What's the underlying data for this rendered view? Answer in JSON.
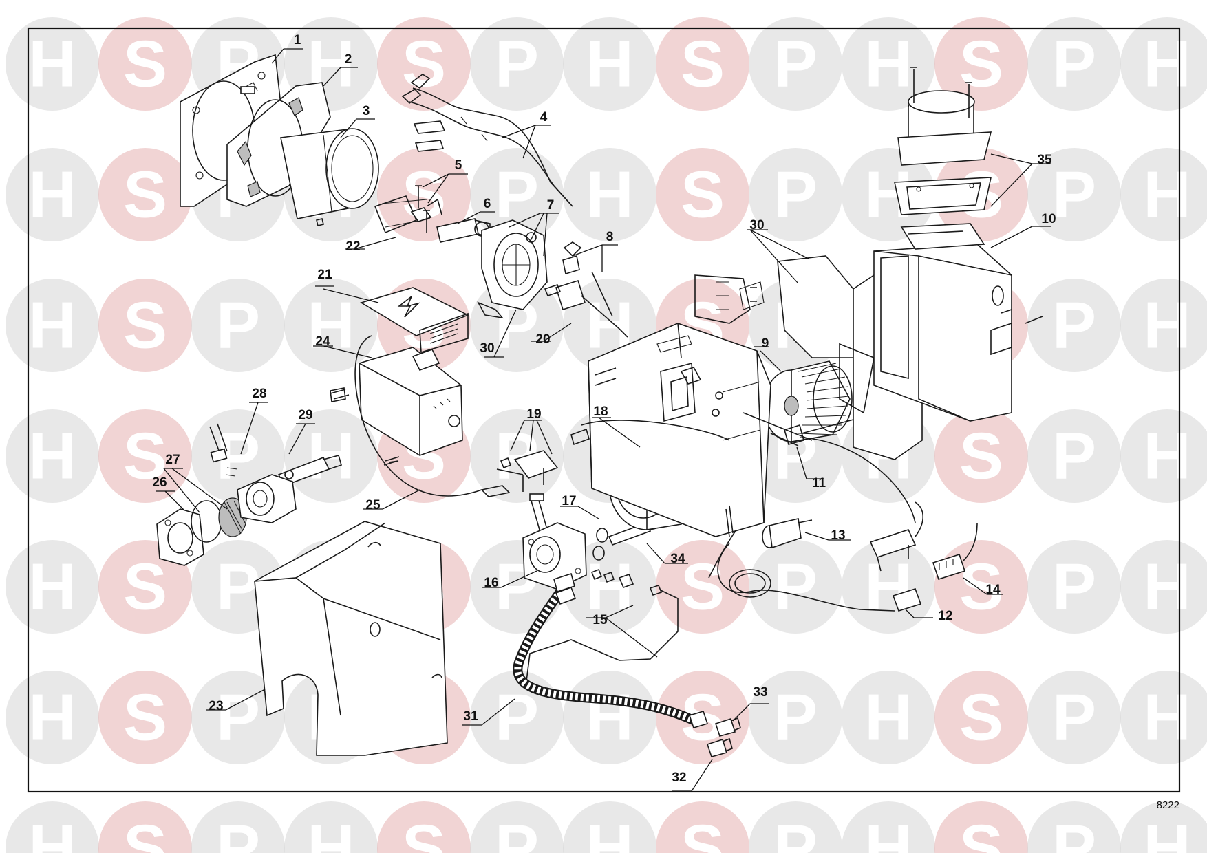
{
  "watermark": {
    "letters": [
      "H",
      "S",
      "P"
    ]
  },
  "diagram": {
    "reference_code": "8222",
    "callouts": [
      {
        "id": "c1",
        "label": "1"
      },
      {
        "id": "c2",
        "label": "2"
      },
      {
        "id": "c3",
        "label": "3"
      },
      {
        "id": "c4",
        "label": "4"
      },
      {
        "id": "c5",
        "label": "5"
      },
      {
        "id": "c6",
        "label": "6"
      },
      {
        "id": "c7",
        "label": "7"
      },
      {
        "id": "c8",
        "label": "8"
      },
      {
        "id": "c9",
        "label": "9"
      },
      {
        "id": "c10",
        "label": "10"
      },
      {
        "id": "c11",
        "label": "11"
      },
      {
        "id": "c12",
        "label": "12"
      },
      {
        "id": "c13",
        "label": "13"
      },
      {
        "id": "c14",
        "label": "14"
      },
      {
        "id": "c15",
        "label": "15"
      },
      {
        "id": "c16",
        "label": "16"
      },
      {
        "id": "c17",
        "label": "17"
      },
      {
        "id": "c18",
        "label": "18"
      },
      {
        "id": "c19",
        "label": "19"
      },
      {
        "id": "c20",
        "label": "20"
      },
      {
        "id": "c21",
        "label": "21"
      },
      {
        "id": "c22",
        "label": "22"
      },
      {
        "id": "c23",
        "label": "23"
      },
      {
        "id": "c24",
        "label": "24"
      },
      {
        "id": "c25",
        "label": "25"
      },
      {
        "id": "c26",
        "label": "26"
      },
      {
        "id": "c27",
        "label": "27"
      },
      {
        "id": "c28",
        "label": "28"
      },
      {
        "id": "c29",
        "label": "29"
      },
      {
        "id": "c30a",
        "label": "30"
      },
      {
        "id": "c30b",
        "label": "30"
      },
      {
        "id": "c31",
        "label": "31"
      },
      {
        "id": "c32",
        "label": "32"
      },
      {
        "id": "c33",
        "label": "33"
      },
      {
        "id": "c34",
        "label": "34"
      },
      {
        "id": "c35",
        "label": "35"
      }
    ]
  }
}
